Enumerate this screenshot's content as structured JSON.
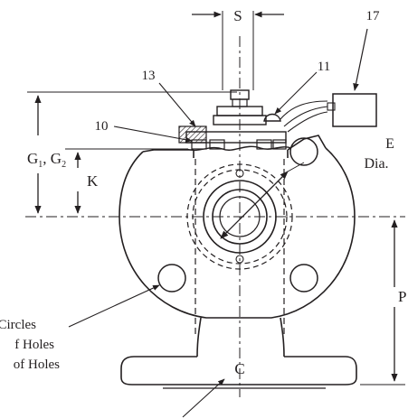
{
  "labels": {
    "s": "S",
    "callout_17": "17",
    "callout_13": "13",
    "callout_11": "11",
    "callout_10": "10",
    "g": "G",
    "g1_sub": "1",
    "g_sep": ", G",
    "g2_sub": "2",
    "k": "K",
    "e": "E",
    "dia": "Dia.",
    "p": "P",
    "c": "C",
    "note_line1": "Circles",
    "note_line2": "f Holes",
    "note_line3": "of Holes"
  },
  "colors": {
    "ink": "#231f20",
    "paper": "#ffffff"
  },
  "icons": {
    "bolt": "bolt-icon",
    "sensor": "sensor-box-icon"
  }
}
